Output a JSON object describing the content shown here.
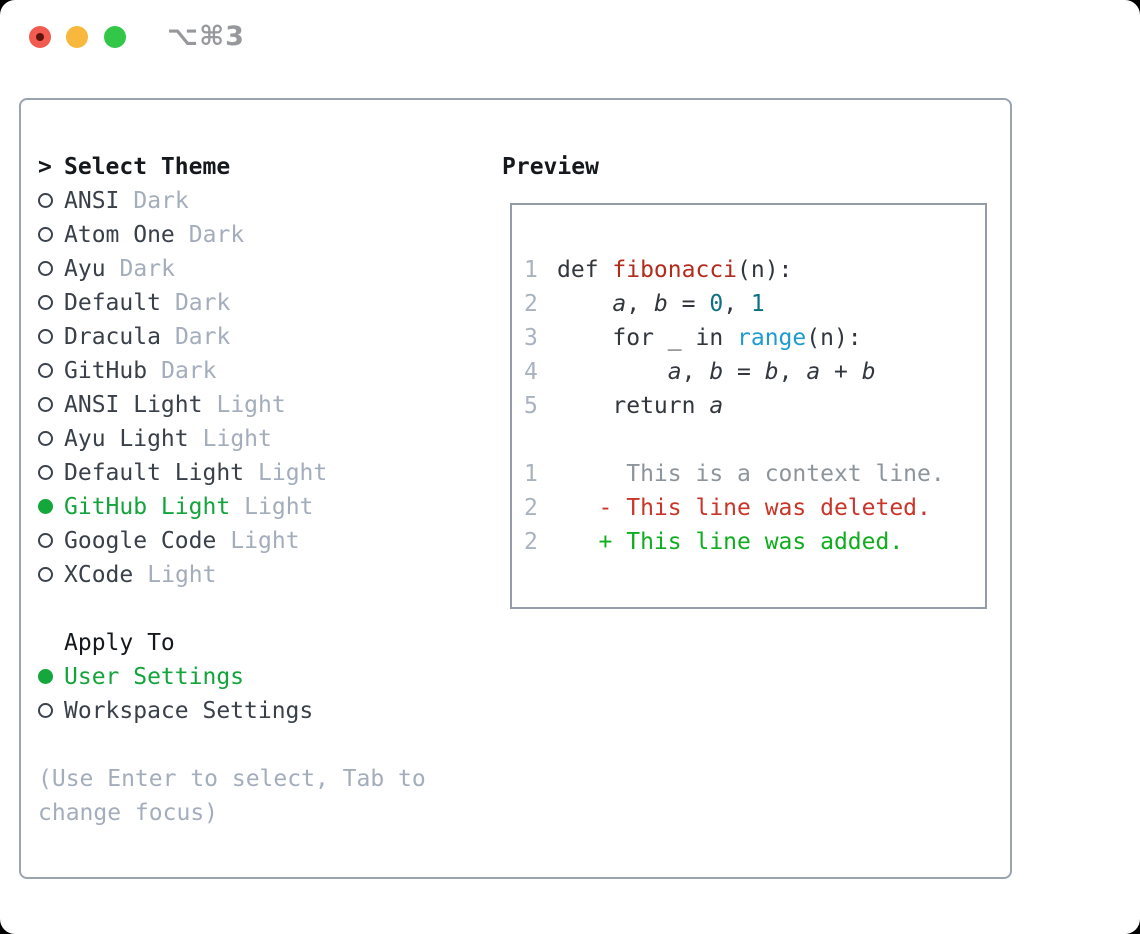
{
  "window": {
    "title": "⌥⌘3"
  },
  "theme_panel": {
    "header": {
      "marker": ">",
      "label": "Select Theme"
    },
    "themes": [
      {
        "name": "ANSI",
        "tag": "Dark",
        "selected": false
      },
      {
        "name": "Atom One",
        "tag": "Dark",
        "selected": false
      },
      {
        "name": "Ayu",
        "tag": "Dark",
        "selected": false
      },
      {
        "name": "Default",
        "tag": "Dark",
        "selected": false
      },
      {
        "name": "Dracula",
        "tag": "Dark",
        "selected": false
      },
      {
        "name": "GitHub",
        "tag": "Dark",
        "selected": false
      },
      {
        "name": "ANSI Light",
        "tag": "Light",
        "selected": false
      },
      {
        "name": "Ayu Light",
        "tag": "Light",
        "selected": false
      },
      {
        "name": "Default Light",
        "tag": "Light",
        "selected": false
      },
      {
        "name": "GitHub Light",
        "tag": "Light",
        "selected": true
      },
      {
        "name": "Google Code",
        "tag": "Light",
        "selected": false
      },
      {
        "name": "XCode",
        "tag": "Light",
        "selected": false
      }
    ],
    "apply_to": {
      "label": "Apply To",
      "options": [
        {
          "name": "User Settings",
          "selected": true
        },
        {
          "name": "Workspace Settings",
          "selected": false
        }
      ]
    },
    "hint_lines": [
      "(Use Enter to select, Tab to",
      "change focus)"
    ]
  },
  "preview": {
    "label": "Preview",
    "code_lines": [
      {
        "num": "1",
        "segments": [
          {
            "style": "plain",
            "text": "def "
          },
          {
            "style": "fn",
            "text": "fibonacci"
          },
          {
            "style": "plain",
            "text": "(n):"
          }
        ]
      },
      {
        "num": "2",
        "segments": [
          {
            "style": "plain",
            "text": "    "
          },
          {
            "style": "var",
            "text": "a"
          },
          {
            "style": "plain",
            "text": ", "
          },
          {
            "style": "var",
            "text": "b"
          },
          {
            "style": "plain",
            "text": " = "
          },
          {
            "style": "num",
            "text": "0"
          },
          {
            "style": "plain",
            "text": ", "
          },
          {
            "style": "num",
            "text": "1"
          }
        ]
      },
      {
        "num": "3",
        "segments": [
          {
            "style": "plain",
            "text": "    for _ in "
          },
          {
            "style": "builtin",
            "text": "range"
          },
          {
            "style": "plain",
            "text": "(n):"
          }
        ]
      },
      {
        "num": "4",
        "segments": [
          {
            "style": "plain",
            "text": "        "
          },
          {
            "style": "var",
            "text": "a"
          },
          {
            "style": "plain",
            "text": ", "
          },
          {
            "style": "var",
            "text": "b"
          },
          {
            "style": "plain",
            "text": " = "
          },
          {
            "style": "var",
            "text": "b"
          },
          {
            "style": "plain",
            "text": ", "
          },
          {
            "style": "var",
            "text": "a"
          },
          {
            "style": "plain",
            "text": " + "
          },
          {
            "style": "var",
            "text": "b"
          }
        ]
      },
      {
        "num": "5",
        "segments": [
          {
            "style": "plain",
            "text": "    return "
          },
          {
            "style": "var",
            "text": "a"
          }
        ]
      }
    ],
    "diff_lines": [
      {
        "num": "1",
        "segments": [
          {
            "style": "context",
            "text": "     This is a context line."
          }
        ]
      },
      {
        "num": "2",
        "segments": [
          {
            "style": "del",
            "text": "   - This line was deleted."
          }
        ]
      },
      {
        "num": "2",
        "segments": [
          {
            "style": "add",
            "text": "   + This line was added."
          }
        ]
      }
    ]
  },
  "colors": {
    "selection_green": "#14a43c",
    "diff_added_green": "#10ad1e",
    "diff_deleted_red": "#c93528",
    "function_red": "#b22b1d",
    "number_teal": "#0d7180",
    "builtin_blue": "#1f9bd3",
    "muted_gray": "#a3adbb",
    "panel_border": "#9aa4af",
    "traffic_red": "#f25b50",
    "traffic_yellow": "#f8b73d",
    "traffic_green": "#33c748"
  }
}
